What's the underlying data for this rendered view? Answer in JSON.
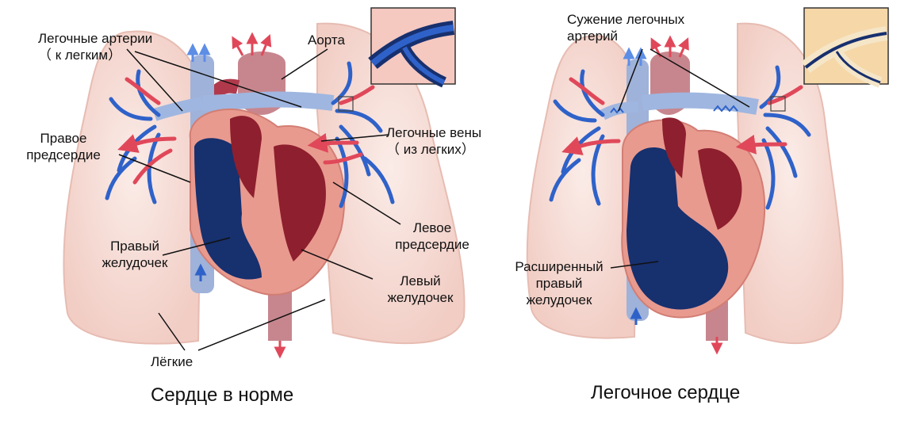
{
  "normal": {
    "caption": "Сердце в норме",
    "pulmonary_arteries": [
      "Легочные артерии",
      "（ к легким）"
    ],
    "aorta": "Аорта",
    "pulmonary_veins": [
      "Легочные вены",
      "（ из легких）"
    ],
    "right_atrium": [
      "Правое",
      "предсердие"
    ],
    "left_atrium": [
      "Левое",
      "предсердие"
    ],
    "right_ventricle": [
      "Правый",
      "желудочек"
    ],
    "left_ventricle": [
      "Левый",
      "желудочек"
    ],
    "lungs": "Лёгкие"
  },
  "cor_pulmonale": {
    "caption": "Легочное сердце",
    "narrowing": [
      "Сужение легочных",
      "артерий"
    ],
    "dilated_rv": [
      "Расширенный",
      "правый",
      "желудочек"
    ]
  },
  "colors": {
    "lung": "#f4d6cf",
    "lung_edge": "#e7bcb2",
    "vein_blue": "#2f62c9",
    "artery_light_blue": "#9fb6e0",
    "red_vessel": "#e0485a",
    "heart_wall": "#e99a8f",
    "deoxy_chamber": "#17306e",
    "oxy_chamber": "#8e1f2e",
    "aorta": "#c7868e",
    "vena_cava": "#9fb2d9"
  }
}
